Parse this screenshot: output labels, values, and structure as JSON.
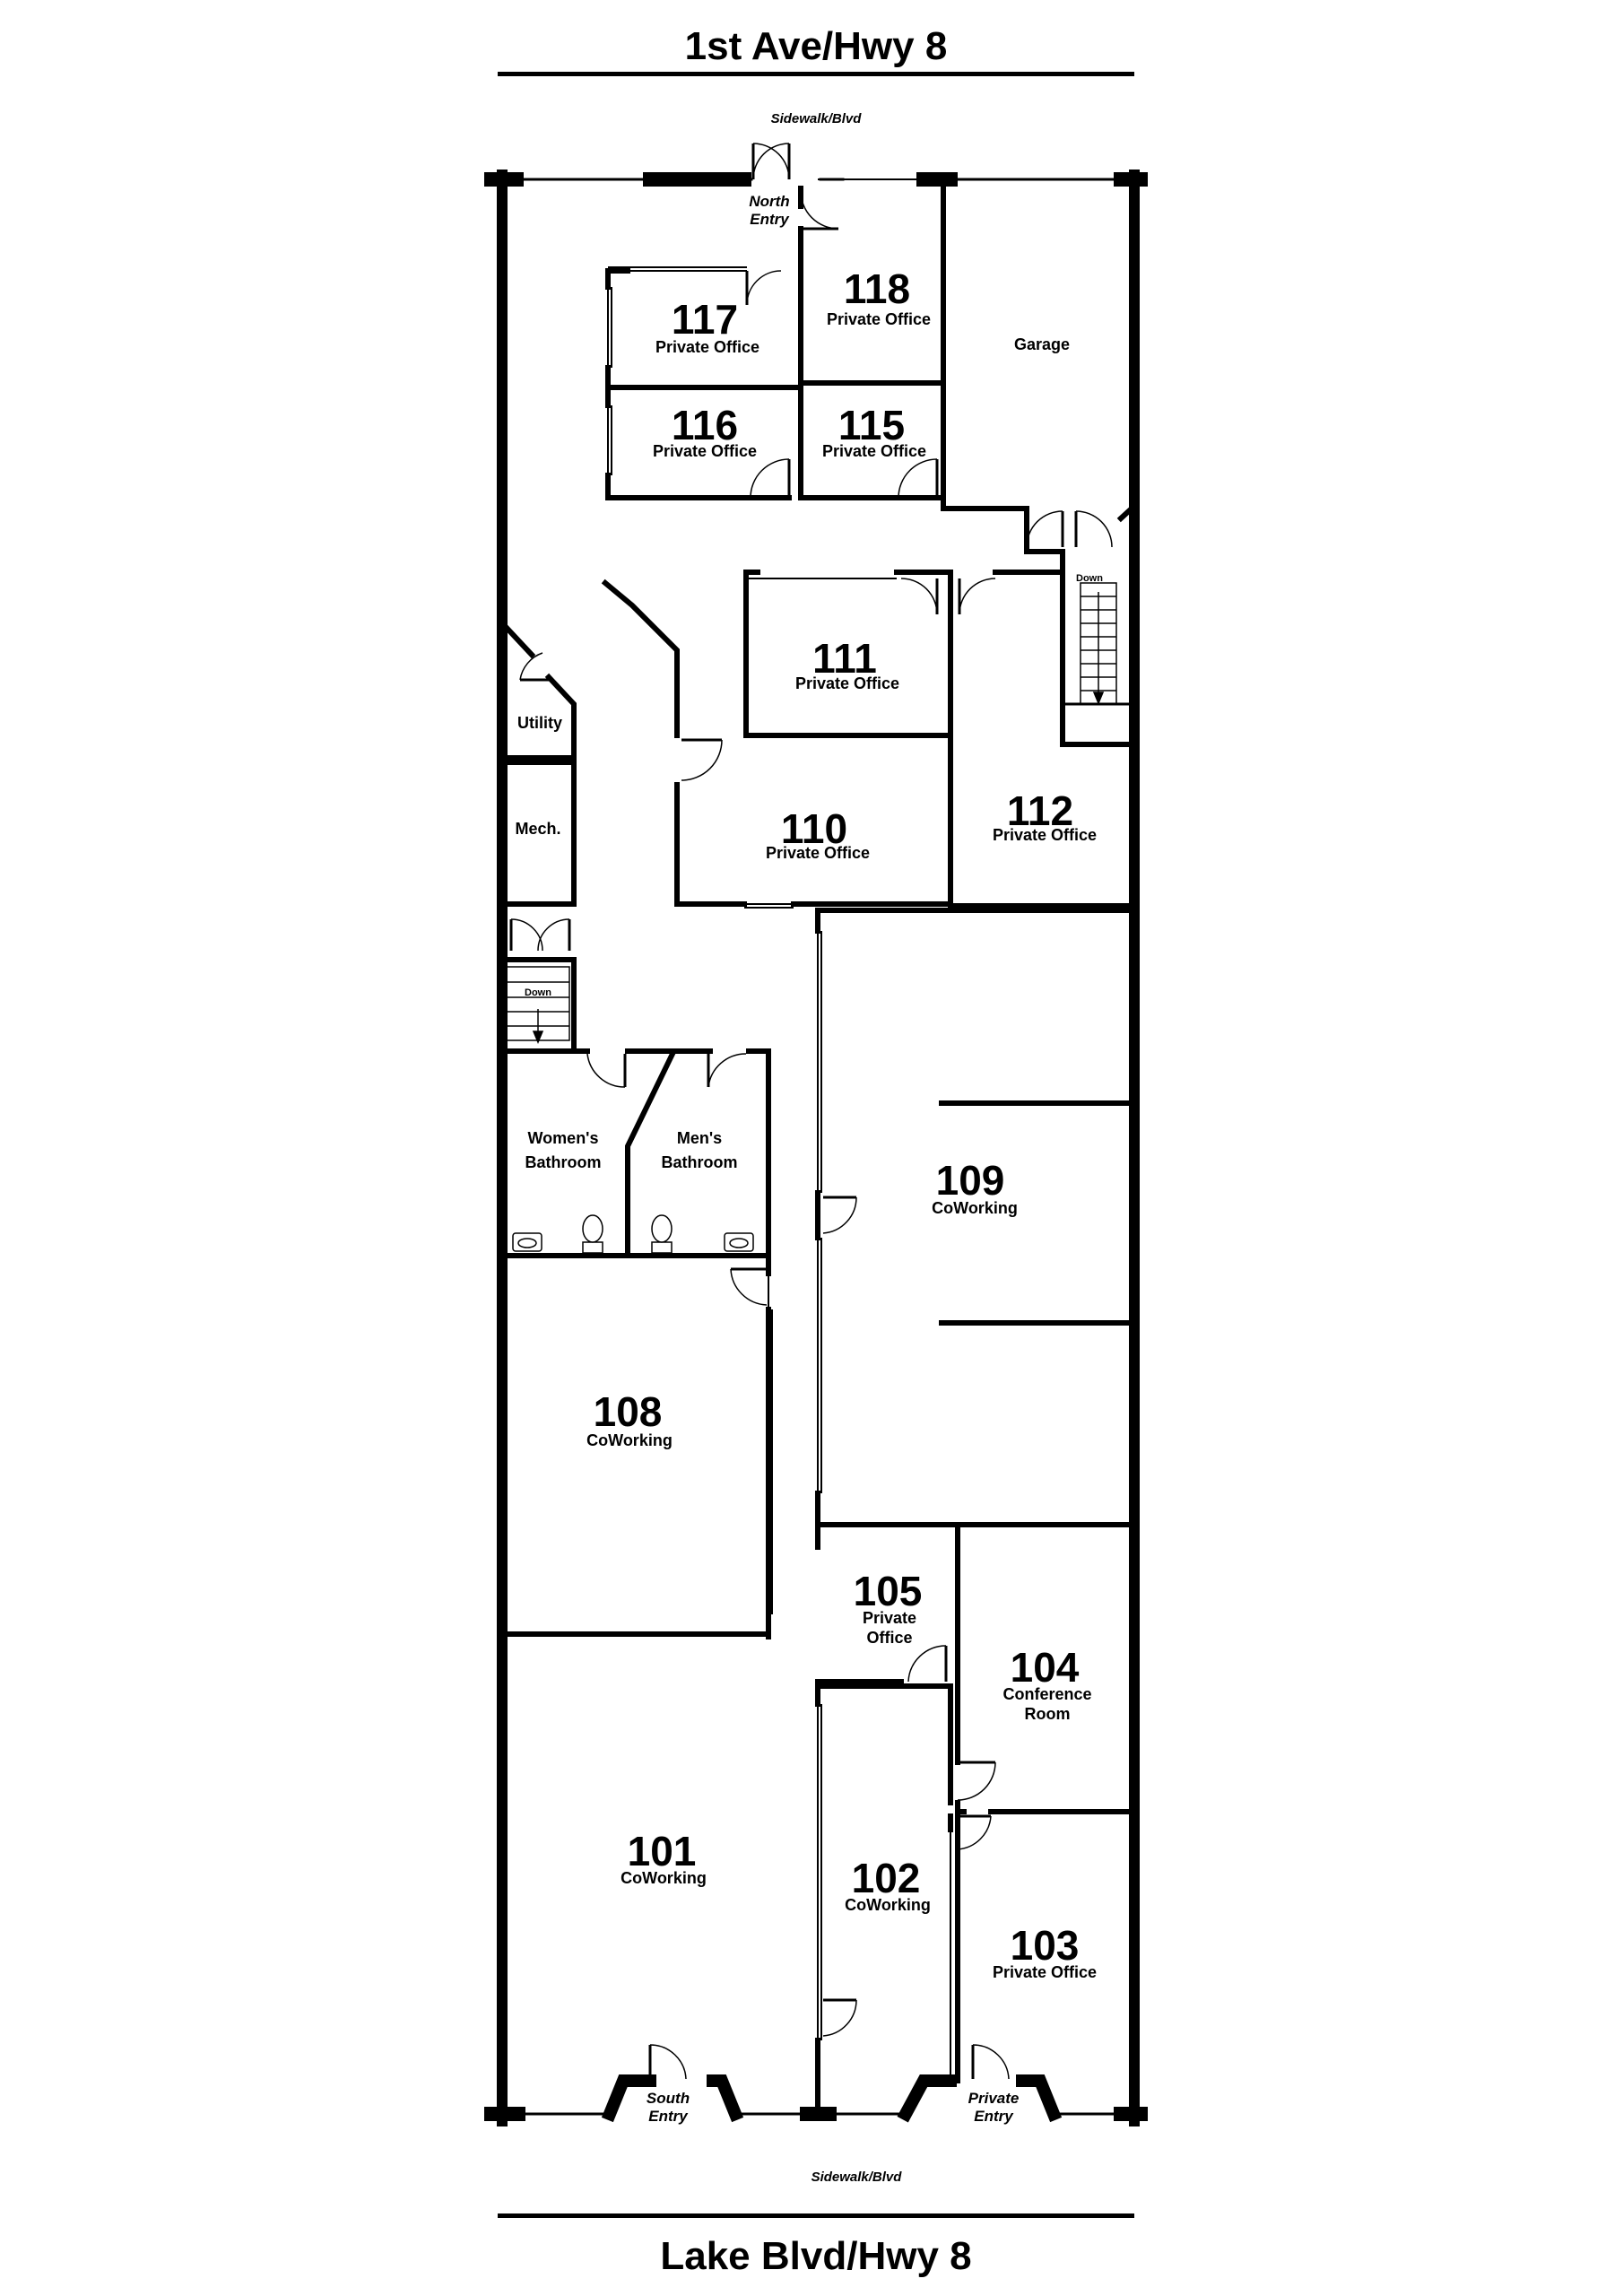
{
  "streets": {
    "top": "1st Ave/Hwy 8",
    "bottom": "Lake Blvd/Hwy 8"
  },
  "sidewalk": {
    "top": "Sidewalk/Blvd",
    "bottom": "Sidewalk/Blvd"
  },
  "entries": {
    "north": [
      "North",
      "Entry"
    ],
    "south": [
      "South",
      "Entry"
    ],
    "private": [
      "Private",
      "Entry"
    ]
  },
  "rooms": {
    "r118": {
      "number": "118",
      "type": "Private Office"
    },
    "r117": {
      "number": "117",
      "type": "Private Office"
    },
    "r116": {
      "number": "116",
      "type": "Private Office"
    },
    "r115": {
      "number": "115",
      "type": "Private Office"
    },
    "r111": {
      "number": "111",
      "type": "Private Office"
    },
    "r112": {
      "number": "112",
      "type": "Private Office"
    },
    "r110": {
      "number": "110",
      "type": "Private Office"
    },
    "r109": {
      "number": "109",
      "type": "CoWorking"
    },
    "r108": {
      "number": "108",
      "type": "CoWorking"
    },
    "r105": {
      "number": "105",
      "type": [
        "Private",
        "Office"
      ]
    },
    "r104": {
      "number": "104",
      "type": [
        "Conference",
        "Room"
      ]
    },
    "r103": {
      "number": "103",
      "type": "Private Office"
    },
    "r102": {
      "number": "102",
      "type": "CoWorking"
    },
    "r101": {
      "number": "101",
      "type": "CoWorking"
    }
  },
  "spaces": {
    "garage": "Garage",
    "utility": "Utility",
    "mech": "Mech.",
    "womens": [
      "Women's",
      "Bathroom"
    ],
    "mens": [
      "Men's",
      "Bathroom"
    ],
    "stairs_down": "Down"
  }
}
